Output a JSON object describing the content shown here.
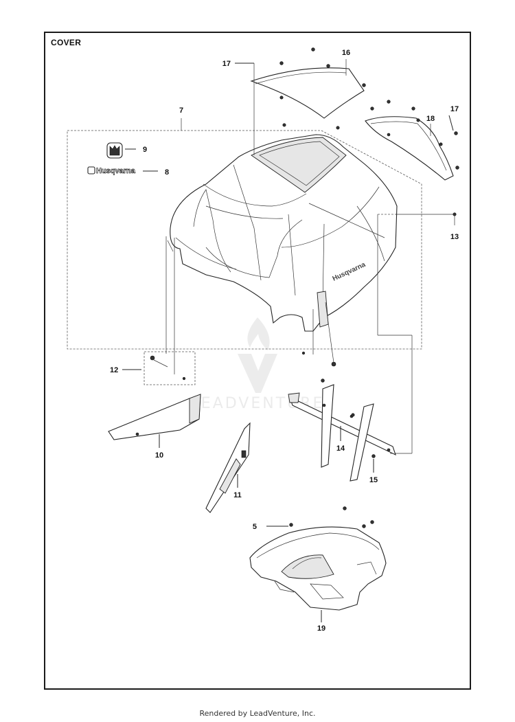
{
  "diagram": {
    "title": "COVER",
    "footer": "Rendered by LeadVenture, Inc.",
    "brand_decal_text": "Husqvarna",
    "watermark_text": "LEADVENTURE",
    "callouts": [
      "5",
      "7",
      "8",
      "9",
      "10",
      "11",
      "12",
      "13",
      "14",
      "15",
      "16",
      "17",
      "17",
      "18",
      "19"
    ]
  }
}
